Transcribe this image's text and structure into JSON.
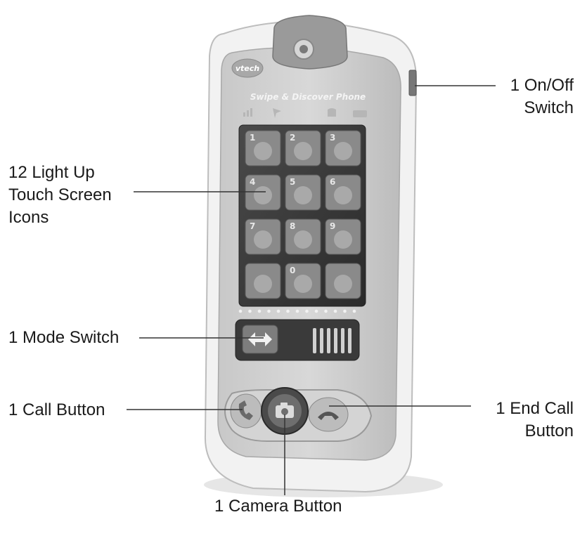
{
  "phone": {
    "brand": "vtech",
    "title": "Swipe & Discover Phone",
    "keys": [
      "1",
      "2",
      "3",
      "4",
      "5",
      "6",
      "7",
      "8",
      "9",
      "",
      "0",
      ""
    ]
  },
  "callouts": {
    "on_off": [
      "1 On/Off",
      "Switch"
    ],
    "touch_screen": [
      "12 Light Up",
      "Touch Screen",
      "Icons"
    ],
    "mode_switch": "1 Mode Switch",
    "call_button": "1 Call Button",
    "end_call": [
      "1 End Call",
      "Button"
    ],
    "camera_button": "1 Camera Button"
  },
  "icons": [
    "puppy-icon",
    "map-pin-icon",
    "cat-icon",
    "envelope-icon",
    "chat-dots-icon",
    "bird-icon",
    "bunny-icon",
    "music-note-icon",
    "kitten-icon",
    "clock-icon",
    "shapes-icon",
    "abc-block-icon"
  ]
}
